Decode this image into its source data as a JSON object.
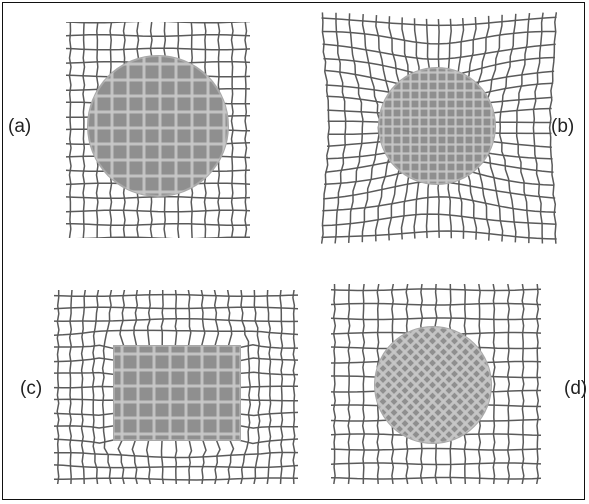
{
  "figure": {
    "panels": [
      {
        "id": "a",
        "label": "(a)",
        "grid": "regular",
        "inclusion": "circle",
        "inner_pattern": "coarse"
      },
      {
        "id": "b",
        "label": "(b)",
        "grid": "pinched-toward-inclusion",
        "inclusion": "circle",
        "inner_pattern": "fine"
      },
      {
        "id": "c",
        "label": "(c)",
        "grid": "bulged-around-inclusion",
        "inclusion": "rectangle",
        "inner_pattern": "coarse"
      },
      {
        "id": "d",
        "label": "(d)",
        "grid": "regular",
        "inclusion": "circle",
        "inner_pattern": "diagonal"
      }
    ],
    "colors": {
      "grid_line": "#5a5a5a",
      "inclusion_fill": "#8f8f8f",
      "inclusion_edge": "#a9a9a9",
      "inner_line": "#c8c8c8",
      "frame": "#111111",
      "label": "#222222"
    }
  }
}
